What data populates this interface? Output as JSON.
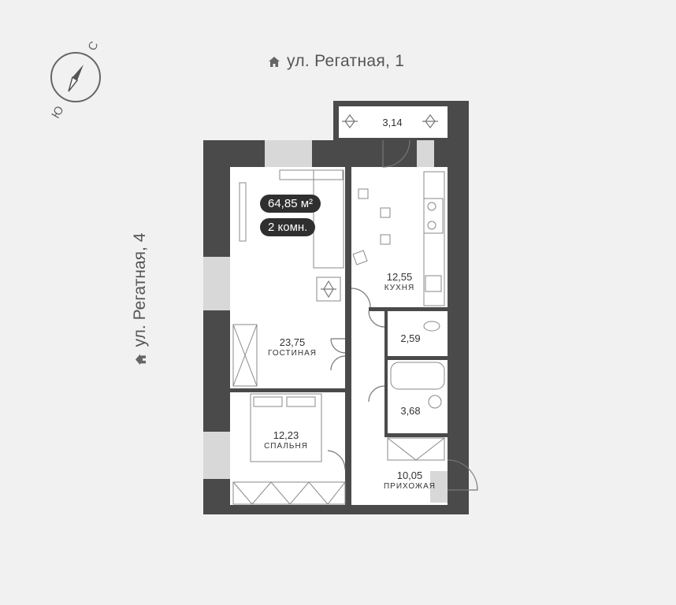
{
  "watermark": "",
  "compass": {
    "north_letter": "С",
    "south_letter": "Ю"
  },
  "streets": {
    "top": "ул. Регатная, 1",
    "left": "ул. Регатная, 4"
  },
  "badges": {
    "area": "64,85 м²",
    "rooms": "2 комн."
  },
  "rooms": {
    "balcony": {
      "area": "3,14"
    },
    "kitchen": {
      "area": "12,55",
      "name": "КУХНЯ"
    },
    "living": {
      "area": "23,75",
      "name": "ГОСТИНАЯ"
    },
    "wc": {
      "area": "2,59"
    },
    "bath": {
      "area": "3,68"
    },
    "bedroom": {
      "area": "12,23",
      "name": "СПАЛЬНЯ"
    },
    "hall": {
      "area": "10,05",
      "name": "ПРИХОЖАЯ"
    }
  },
  "colors": {
    "wall": "#4a4a4a",
    "floor": "#ffffff",
    "window": "#d8d8d8",
    "background": "#f1f1f1"
  }
}
